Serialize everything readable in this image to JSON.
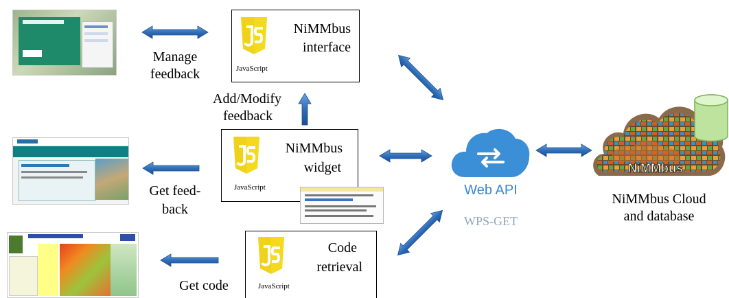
{
  "components": {
    "interface": {
      "title_line1": "NiMMbus",
      "title_line2": "interface",
      "logo_caption": "JavaScript"
    },
    "widget": {
      "title_line1": "NiMMbus",
      "title_line2": "widget",
      "logo_caption": "JavaScript"
    },
    "retrieval": {
      "title_line1": "Code",
      "title_line2": "retrieval",
      "logo_caption": "JavaScript"
    }
  },
  "labels": {
    "manage_feedback": [
      "Manage",
      "feedback"
    ],
    "add_modify_feedback": [
      "Add/Modify",
      "feedback"
    ],
    "get_feedback": [
      "Get feed-",
      "back"
    ],
    "get_code": "Get code"
  },
  "web_api": {
    "title": "Web API",
    "protocol": "WPS-GET"
  },
  "cloud": {
    "logo_text": "NiMMbus",
    "caption": [
      "NiMMbus Cloud",
      "and database"
    ]
  },
  "colors": {
    "arrow": "#2f6eb8",
    "js_yellow": "#f0d21a",
    "api_blue": "#3b8fd6",
    "api_text": "#4a90d9",
    "protocol_gray": "#8fa6c3"
  }
}
